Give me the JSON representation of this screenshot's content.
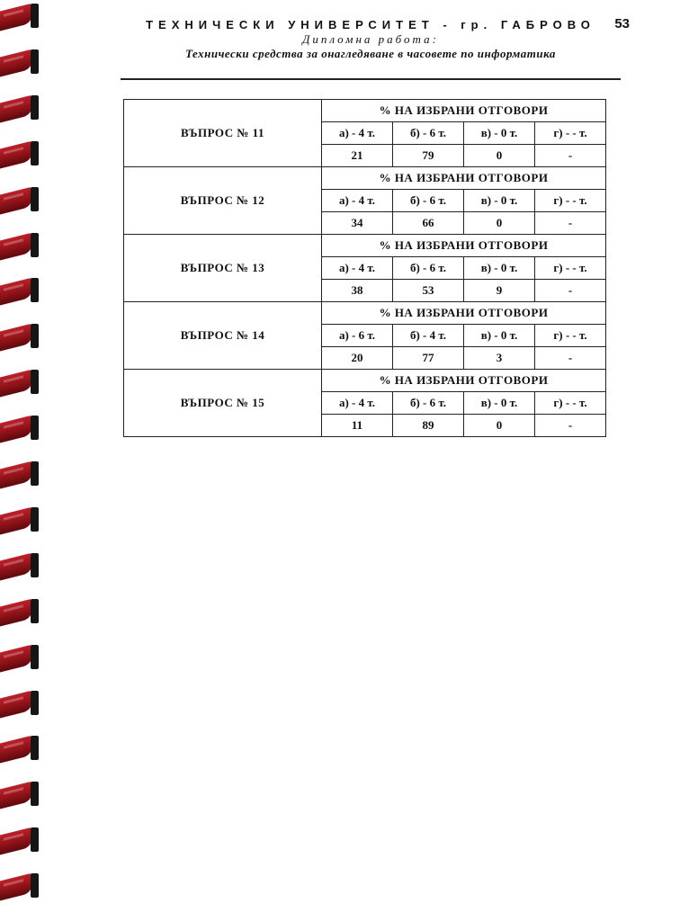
{
  "header": {
    "university": "ТЕХНИЧЕСКИ УНИВЕРСИТЕТ - гр. ГАБРОВО",
    "page_number": "53",
    "thesis": "Дипломна работа:",
    "topic": "Технически средства за онагледяване в часовете по информатика"
  },
  "questions": [
    {
      "label": "ВЪПРОС № 11",
      "heading": "%   НА ИЗБРАНИ ОТГОВОРИ",
      "options": [
        "а) - 4 т.",
        "б) - 6 т.",
        "в) - 0 т.",
        "г) - - т."
      ],
      "values": [
        "21",
        "79",
        "0",
        "-"
      ]
    },
    {
      "label": "ВЪПРОС № 12",
      "heading": "%   НА ИЗБРАНИ ОТГОВОРИ",
      "options": [
        "а) - 4 т.",
        "б) - 6 т.",
        "в) - 0 т.",
        "г) - - т."
      ],
      "values": [
        "34",
        "66",
        "0",
        "-"
      ]
    },
    {
      "label": "ВЪПРОС № 13",
      "heading": "%   НА ИЗБРАНИ ОТГОВОРИ",
      "options": [
        "а) - 4 т.",
        "б) - 6 т.",
        "в) - 0 т.",
        "г) - - т."
      ],
      "values": [
        "38",
        "53",
        "9",
        "-"
      ]
    },
    {
      "label": "ВЪПРОС № 14",
      "heading": "%   НА ИЗБРАНИ ОТГОВОРИ",
      "options": [
        "а) - 6 т.",
        "б) - 4 т.",
        "в) - 0 т.",
        "г) - - т."
      ],
      "values": [
        "20",
        "77",
        "3",
        "-"
      ]
    },
    {
      "label": "ВЪПРОС № 15",
      "heading": "%   НА ИЗБРАНИ ОТГОВОРИ",
      "options": [
        "а) - 4 т.",
        "б) - 6 т.",
        "в) - 0 т.",
        "г) - - т."
      ],
      "values": [
        "11",
        "89",
        "0",
        "-"
      ]
    }
  ]
}
